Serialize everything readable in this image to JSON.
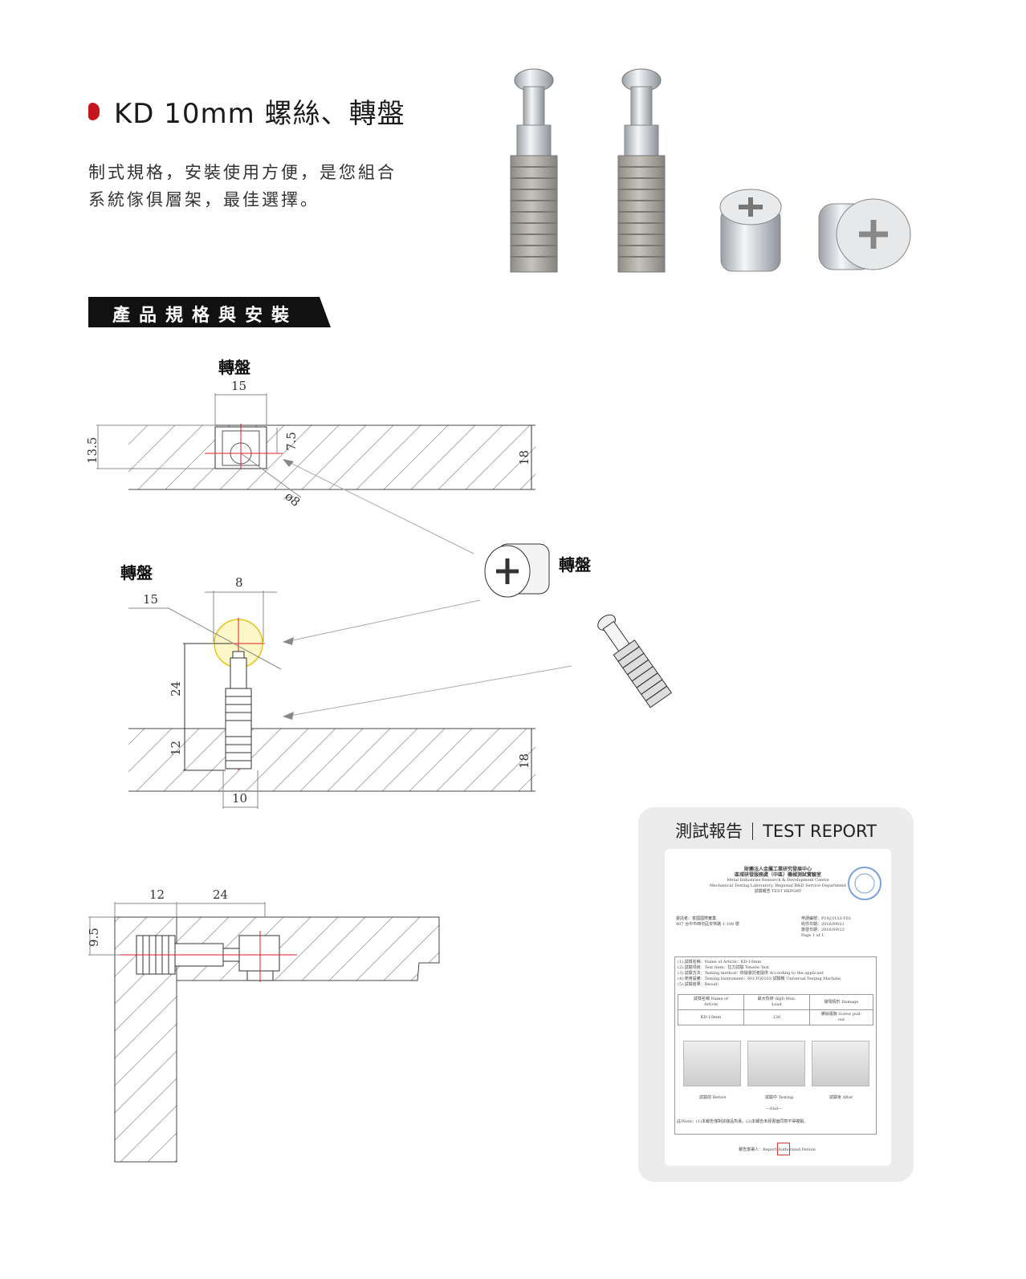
{
  "header": {
    "title": "KD 10mm 螺絲、轉盤",
    "description_line1": "制式規格，安裝使用方便，是您組合",
    "description_line2": "系統傢俱層架，最佳選擇。"
  },
  "section": {
    "banner": "產品規格與安裝"
  },
  "labels": {
    "cam_top": "轉盤",
    "cam_left": "轉盤",
    "cam_right": "轉盤"
  },
  "dimensions": {
    "d1_15": "15",
    "d1_13_5": "13.5",
    "d1_7_5": "7.5",
    "d1_18": "18",
    "d1_dia8": "ø8",
    "d2_8": "8",
    "d2_15": "15",
    "d2_24": "24",
    "d2_12": "12",
    "d2_18": "18",
    "d2_10": "10",
    "d3_12": "12",
    "d3_24": "24",
    "d3_9_5": "9.5"
  },
  "report": {
    "title_zh": "測試報告",
    "title_en": "TEST  REPORT",
    "org_zh1": "財團法人金屬工業研究發展中心",
    "org_zh2": "區域研發服務處（中區）機械測試實驗室",
    "org_en1": "Metal Industries Research & Development Centre",
    "org_en2": "Mechanical Testing Laboratory, Regional R&D Service Department",
    "report_label": "試驗報告 TEST REPORT",
    "application_no": "申請編號：P1923153-T03",
    "received_date": "收件日期：2016/09/21",
    "issued_date": "簽發日期：2016/09/23",
    "page": "Page 1 of 1",
    "applicant": "委託者：富國國際實業",
    "address": "407 台中市西屯區安林路 1-108 號",
    "article": "(1).試樣名稱：Name of Article：KD-10mm",
    "test_item": "(2).試驗項目：Test Item：拉力試驗 Tensile Test",
    "method": "(3).試驗方法：Testing method：依據委託者提供 According to the applicant",
    "instrument": "(4).使用設備：Testing Instrument：NO.TG0103 試驗機 Universal Testing Machine",
    "result": "(5).試驗結果：Result：",
    "th1": "試樣名稱 Name of Article",
    "th2": "最大負荷 (kgf) Max. Load",
    "th3": "破壞情形 Damage",
    "td1": "KD-10mm",
    "td2": "126",
    "td3": "螺絲拔脫 Screw pull-out",
    "before": "試驗前 Before",
    "testing": "試驗中 Testing",
    "after": "試驗後 After",
    "end": "—End—",
    "note": "註/Note：(1)本報告僅對該樣品負責。(2)本報告未經書面同意不得複製。",
    "sign": "報告簽署人：Report Authorized Person"
  }
}
